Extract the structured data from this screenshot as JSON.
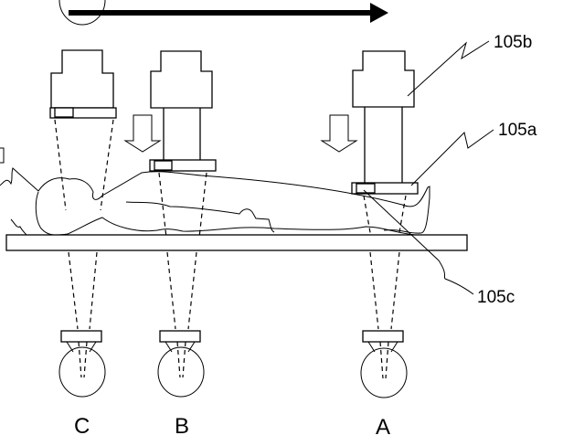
{
  "figure": {
    "type": "patent-diagram",
    "description": "Patient lying on table moving under sensor units at positions C, B, A"
  },
  "labels": {
    "sensor_unit": "105b",
    "sensor_pad": "105a",
    "sensor_element": "105c",
    "position_a": "A",
    "position_b": "B",
    "position_c": "C"
  },
  "direction": "right"
}
